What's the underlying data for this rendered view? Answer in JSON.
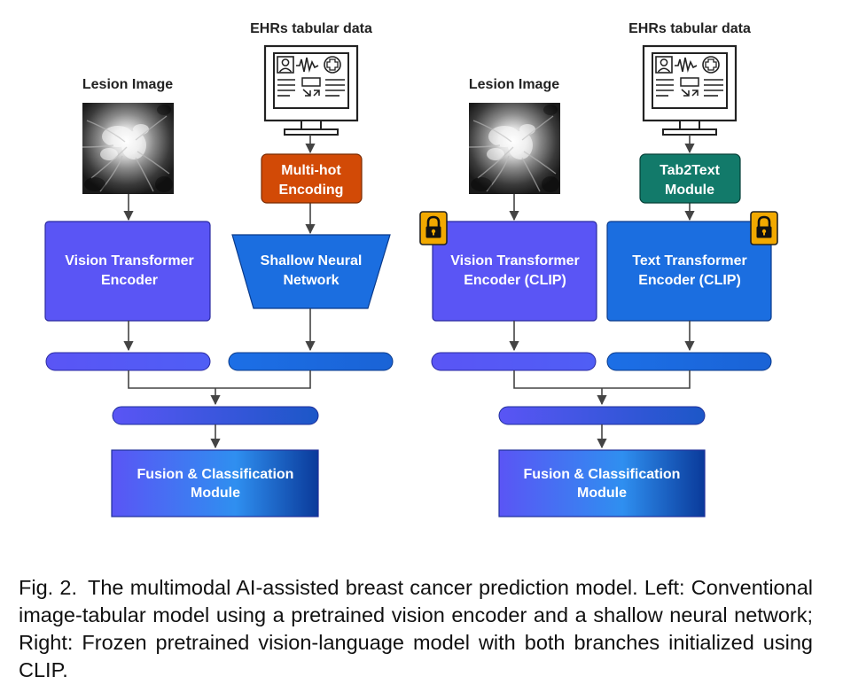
{
  "left": {
    "ehr_label": "EHRs tabular data",
    "image_label": "Lesion Image",
    "encoding": [
      "Multi-hot",
      "Encoding"
    ],
    "vision": [
      "Vision Transformer",
      "Encoder"
    ],
    "shallow": [
      "Shallow Neural",
      "Network"
    ],
    "fusion": [
      "Fusion & Classification",
      "Module"
    ]
  },
  "right": {
    "ehr_label": "EHRs tabular data",
    "image_label": "Lesion Image",
    "tab2text": [
      "Tab2Text",
      "Module"
    ],
    "vision": [
      "Vision Transformer",
      "Encoder (CLIP)"
    ],
    "text": [
      "Text Transformer",
      "Encoder (CLIP)"
    ],
    "fusion": [
      "Fusion & Classification",
      "Module"
    ]
  },
  "colors": {
    "vision": "#5a55f5",
    "network": "#1b6ee0",
    "encoding": "#d24a06",
    "tab2text": "#127a6a",
    "lock": "#f2a900"
  },
  "caption": {
    "fig": "Fig. 2.",
    "text": "The multimodal AI-assisted breast cancer prediction model. Left: Conventional image-tabular model using a pretrained vision encoder and a shallow neural network; Right: Frozen pretrained vision-language model with both branches initialized using CLIP."
  }
}
